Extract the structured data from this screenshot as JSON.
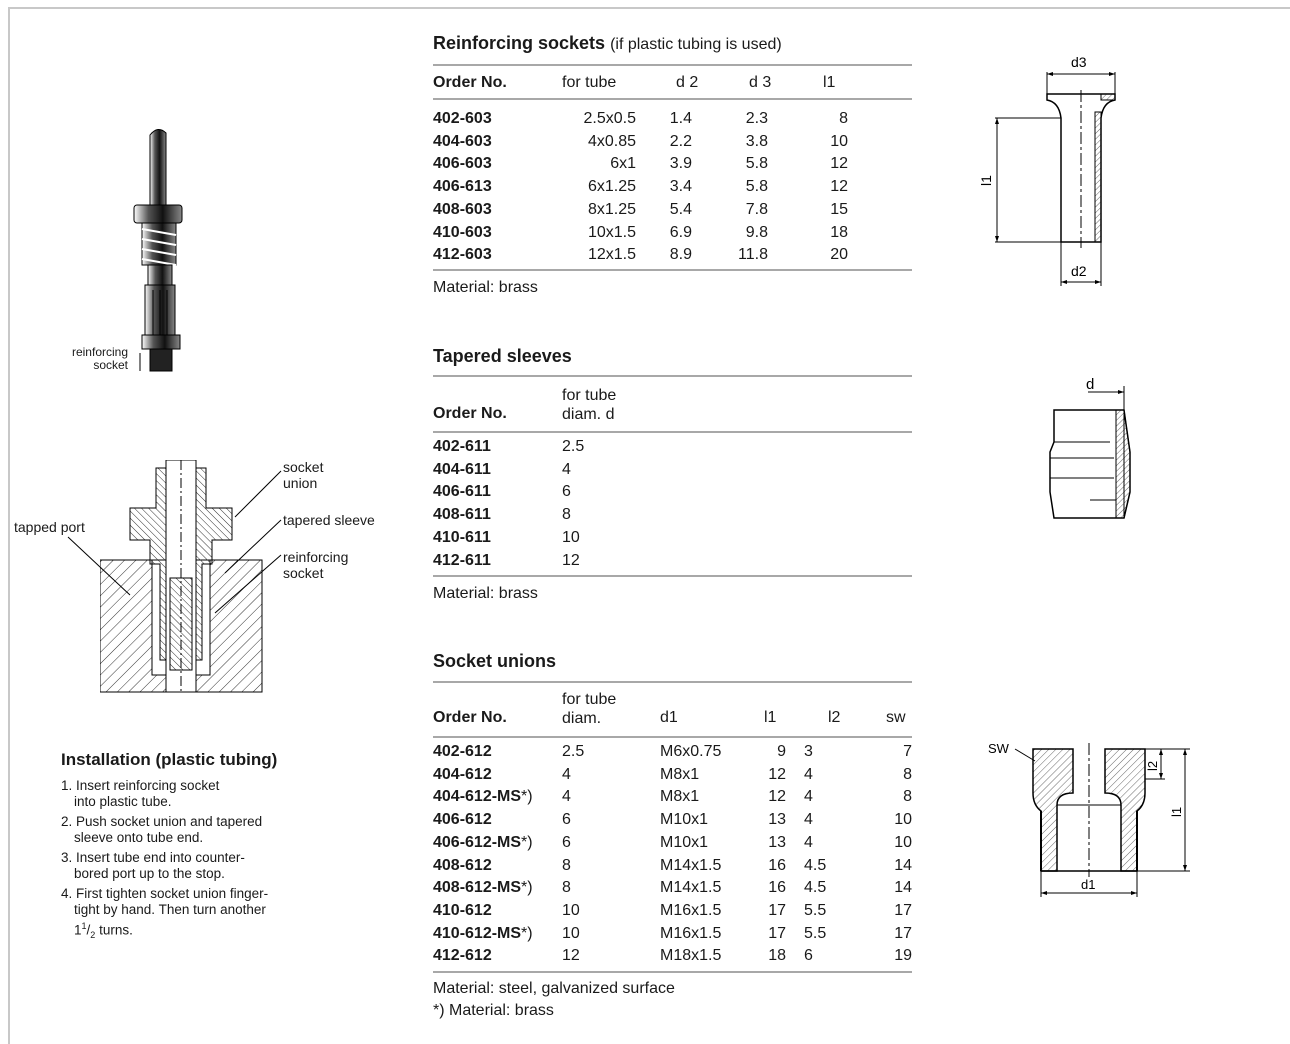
{
  "reinforcing_sockets": {
    "title": "Reinforcing sockets",
    "subtitle": "(if plastic tubing is used)",
    "headers": [
      "Order No.",
      "for tube",
      "d 2",
      "d 3",
      "l1"
    ],
    "rows": [
      [
        "402-603",
        "2.5x0.5",
        "1.4",
        "2.3",
        "8"
      ],
      [
        "404-603",
        "4x0.85",
        "2.2",
        "3.8",
        "10"
      ],
      [
        "406-603",
        "6x1",
        "3.9",
        "5.8",
        "12"
      ],
      [
        "406-613",
        "6x1.25",
        "3.4",
        "5.8",
        "12"
      ],
      [
        "408-603",
        "8x1.25",
        "5.4",
        "7.8",
        "15"
      ],
      [
        "410-603",
        "10x1.5",
        "6.9",
        "9.8",
        "18"
      ],
      [
        "412-603",
        "12x1.5",
        "8.9",
        "11.8",
        "20"
      ]
    ],
    "material": "Material: brass",
    "drawing": {
      "d3": "d3",
      "l1": "l1",
      "d2": "d2"
    }
  },
  "tapered_sleeves": {
    "title": "Tapered sleeves",
    "headers": [
      "Order No.",
      "for tube",
      "diam. d"
    ],
    "rows": [
      [
        "402-611",
        "2.5"
      ],
      [
        "404-611",
        "4"
      ],
      [
        "406-611",
        "6"
      ],
      [
        "408-611",
        "8"
      ],
      [
        "410-611",
        "10"
      ],
      [
        "412-611",
        "12"
      ]
    ],
    "material": "Material: brass",
    "drawing": {
      "d": "d"
    }
  },
  "socket_unions": {
    "title": "Socket unions",
    "headers": [
      "Order No.",
      "for tube",
      "diam.",
      "d1",
      "l1",
      "l2",
      "sw"
    ],
    "rows": [
      [
        "402-612",
        "",
        "2.5",
        "M6x0.75",
        "9",
        "3",
        "7"
      ],
      [
        "404-612",
        "",
        "4",
        "M8x1",
        "12",
        "4",
        "8"
      ],
      [
        "404-612-MS",
        "*)",
        "4",
        "M8x1",
        "12",
        "4",
        "8"
      ],
      [
        "406-612",
        "",
        "6",
        "M10x1",
        "13",
        "4",
        "10"
      ],
      [
        "406-612-MS",
        "*)",
        "6",
        "M10x1",
        "13",
        "4",
        "10"
      ],
      [
        "408-612",
        "",
        "8",
        "M14x1.5",
        "16",
        "4.5",
        "14"
      ],
      [
        "408-612-MS",
        "*)",
        "8",
        "M14x1.5",
        "16",
        "4.5",
        "14"
      ],
      [
        "410-612",
        "",
        "10",
        "M16x1.5",
        "17",
        "5.5",
        "17"
      ],
      [
        "410-612-MS",
        "*)",
        "10",
        "M16x1.5",
        "17",
        "5.5",
        "17"
      ],
      [
        "412-612",
        "",
        "12",
        "M18x1.5",
        "18",
        "6",
        "19"
      ]
    ],
    "material": "Material: steel, galvanized surface",
    "note": "*) Material: brass",
    "drawing": {
      "sw": "SW",
      "l2": "l2",
      "l1": "l1",
      "d1": "d1"
    }
  },
  "illustrations": {
    "reinforcing_label_1": "reinforcing",
    "reinforcing_label_2": "socket",
    "socket_union_1": "socket",
    "socket_union_2": "union",
    "tapped_port": "tapped port",
    "tapered_sleeve": "tapered sleeve",
    "reinforcing_socket_1": "reinforcing",
    "reinforcing_socket_2": "socket"
  },
  "installation": {
    "title": "Installation (plastic tubing)",
    "steps": [
      [
        "1. Insert reinforcing socket",
        "into plastic tube."
      ],
      [
        "2. Push socket union and tapered",
        "sleeve onto tube end."
      ],
      [
        "3. Insert tube end into counter-",
        "bored port up to the stop."
      ],
      [
        "4. First tighten socket union finger-",
        "tight by hand. Then turn another",
        "1",
        "1",
        "2",
        " turns."
      ]
    ]
  }
}
